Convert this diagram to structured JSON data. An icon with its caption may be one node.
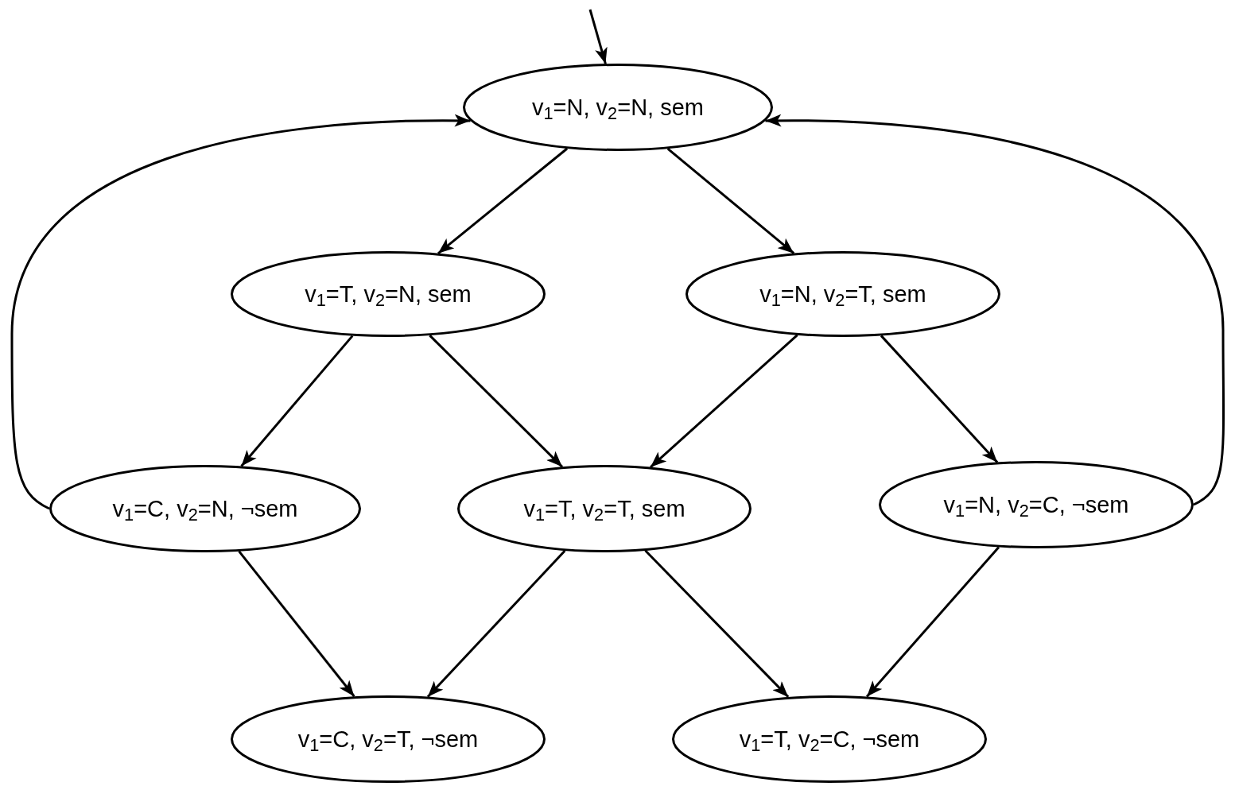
{
  "diagram": {
    "nodes": [
      {
        "text": [
          "v$_{1}$=N, v$_{2}$=N, sem"
        ]
      },
      {
        "text": [
          "v$_{1}$=T, v$_{2}$=N, sem"
        ]
      },
      {
        "text": [
          "v$_{1}$=N, v$_{2}$=T, sem"
        ]
      },
      {
        "text": [
          "v$_{1}$=C, v$_{2}$=N, ¬sem"
        ]
      },
      {
        "text": [
          "v$_{1}$=T, v$_{2}$=T, sem"
        ]
      },
      {
        "text": [
          "v$_{1}$=N, v$_{2}$=C, ¬sem"
        ]
      },
      {
        "text": [
          "v$_{1}$=C, v$_{2}$=T, ¬sem"
        ]
      },
      {
        "text": [
          "v$_{1}$=T, v$_{2}$=C, ¬sem"
        ]
      }
    ],
    "edges": [
      {
        "from": null,
        "to": 0,
        "arrow": "to"
      },
      {
        "from": 0,
        "to": 1,
        "arrow": "to"
      },
      {
        "from": 0,
        "to": 2,
        "arrow": "to"
      },
      {
        "from": 1,
        "to": 3,
        "arrow": "to"
      },
      {
        "from": 1,
        "to": 4,
        "arrow": "to"
      },
      {
        "from": 2,
        "to": 4,
        "arrow": "to"
      },
      {
        "from": 2,
        "to": 5,
        "arrow": "to"
      },
      {
        "from": 3,
        "to": 6,
        "arrow": "to"
      },
      {
        "from": 4,
        "to": 6,
        "arrow": "to"
      },
      {
        "from": 4,
        "to": 7,
        "arrow": "to"
      },
      {
        "from": 5,
        "to": 7,
        "arrow": "to"
      },
      {
        "from": 3,
        "to": 0,
        "arrow": "to"
      },
      {
        "from": 5,
        "to": 0,
        "arrow": "to"
      }
    ]
  }
}
